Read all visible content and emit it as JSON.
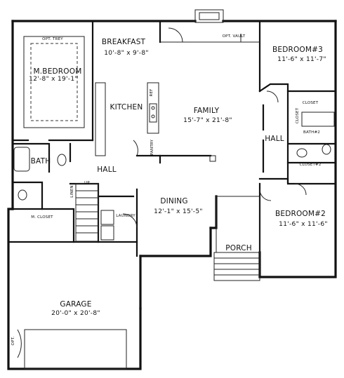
{
  "rooms": {
    "master_bedroom": {
      "name": "M.BEDROOM",
      "dim": "12'-8\" x 19'-1\""
    },
    "breakfast": {
      "name": "BREAKFAST",
      "dim": "10'-8\" x 9'-8\""
    },
    "kitchen": {
      "name": "KITCHEN"
    },
    "family": {
      "name": "FAMILY",
      "dim": "15'-7\" x 21'-8\""
    },
    "bedroom3": {
      "name": "BEDROOM#3",
      "dim": "11'-6\" x 11'-7\""
    },
    "bedroom2": {
      "name": "BEDROOM#2",
      "dim": "11'-6\" x 11'-6\""
    },
    "dining": {
      "name": "DINING",
      "dim": "12'-1\" x 15'-5\""
    },
    "bath": {
      "name": "BATH"
    },
    "hall_left": {
      "name": "HALL"
    },
    "hall_right": {
      "name": "HALL"
    },
    "porch": {
      "name": "PORCH"
    },
    "garage": {
      "name": "GARAGE",
      "dim": "20'-0\" x 20'-8\""
    }
  },
  "notes": {
    "opt_trey": "OPT. TREY",
    "opt_vault": "OPT. VAULT",
    "closet_top": "CLOSET",
    "closet_bottom": "CLOSET#2",
    "bath2": "BATH#2",
    "closet_vertical": "CLOSET",
    "up": "UP",
    "linen": "LINEN",
    "laundry": "LAUNDRY",
    "m_closet": "M. CLOSET",
    "pantry": "PANTRY",
    "ref": "REF",
    "opt": "OPT."
  }
}
